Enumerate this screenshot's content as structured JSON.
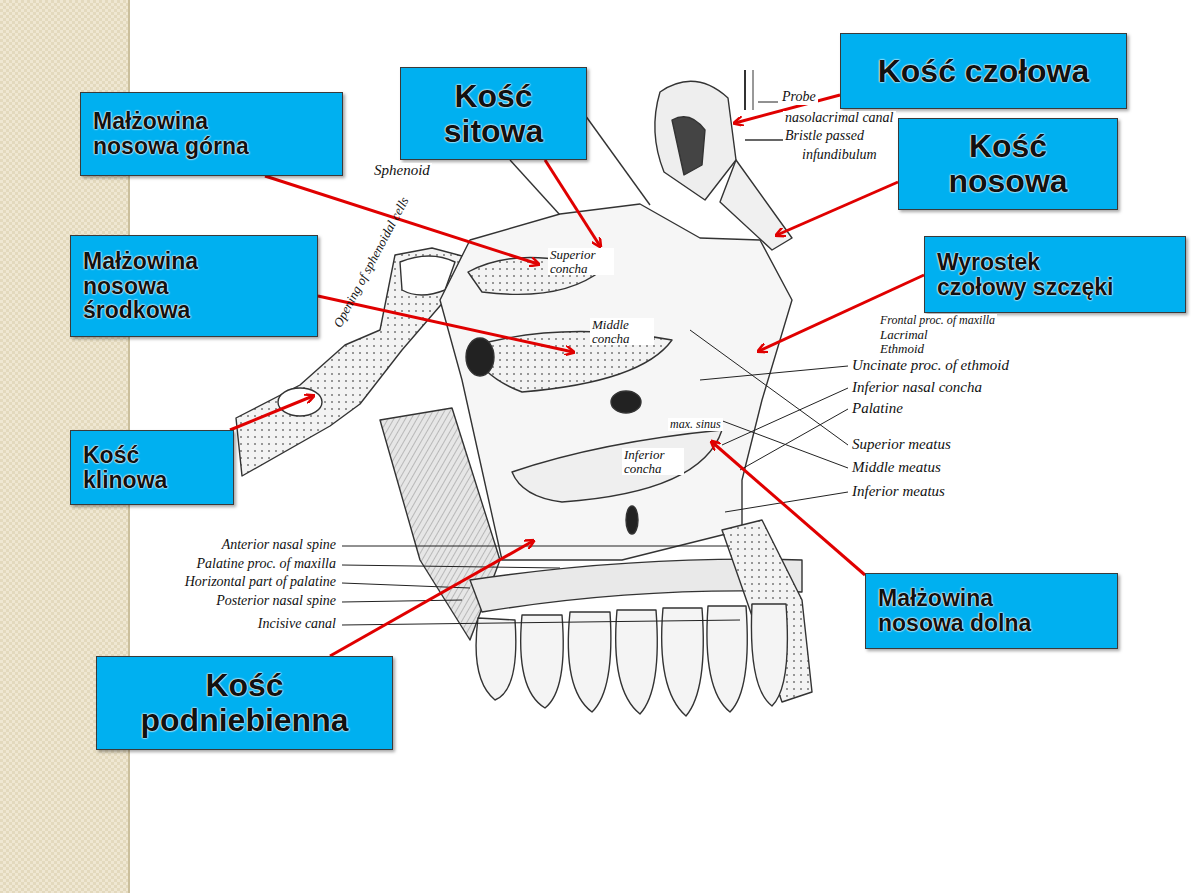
{
  "diagram": {
    "nodes": [
      {
        "text": [
          "Kość czołowa"
        ]
      },
      {
        "text": [
          "Kość sitowa"
        ]
      },
      {
        "text": [
          "Małżowina nosowa górna"
        ]
      },
      {
        "text": [
          "Kość nosowa"
        ]
      },
      {
        "text": [
          "Małżowina nosowa środkowa"
        ]
      },
      {
        "text": [
          "Wyrostek czołowy szczęki"
        ]
      },
      {
        "text": [
          "Kość klinowa"
        ]
      },
      {
        "text": [
          "Małżowina nosowa dolna"
        ]
      },
      {
        "text": [
          "Kość podniebienna"
        ]
      }
    ],
    "labels": [
      "Probe",
      "nasolacrimal canal",
      "Bristle passed",
      "infundibulum",
      "Sphenoid",
      "Opening of sphenoidal cells",
      "Superior concha",
      "Middle concha",
      "max. sinus",
      "Inferior concha",
      "Frontal proc. of maxilla",
      "Lacrimal",
      "Ethmoid",
      "Uncinate proc. of ethmoid",
      "Inferior nasal concha",
      "Palatine",
      "Superior meatus",
      "Middle meatus",
      "Inferior meatus",
      "Anterior nasal spine",
      "Palatine proc. of maxilla",
      "Horizontal part of palatine",
      "Posterior nasal spine",
      "Incisive canal"
    ]
  }
}
